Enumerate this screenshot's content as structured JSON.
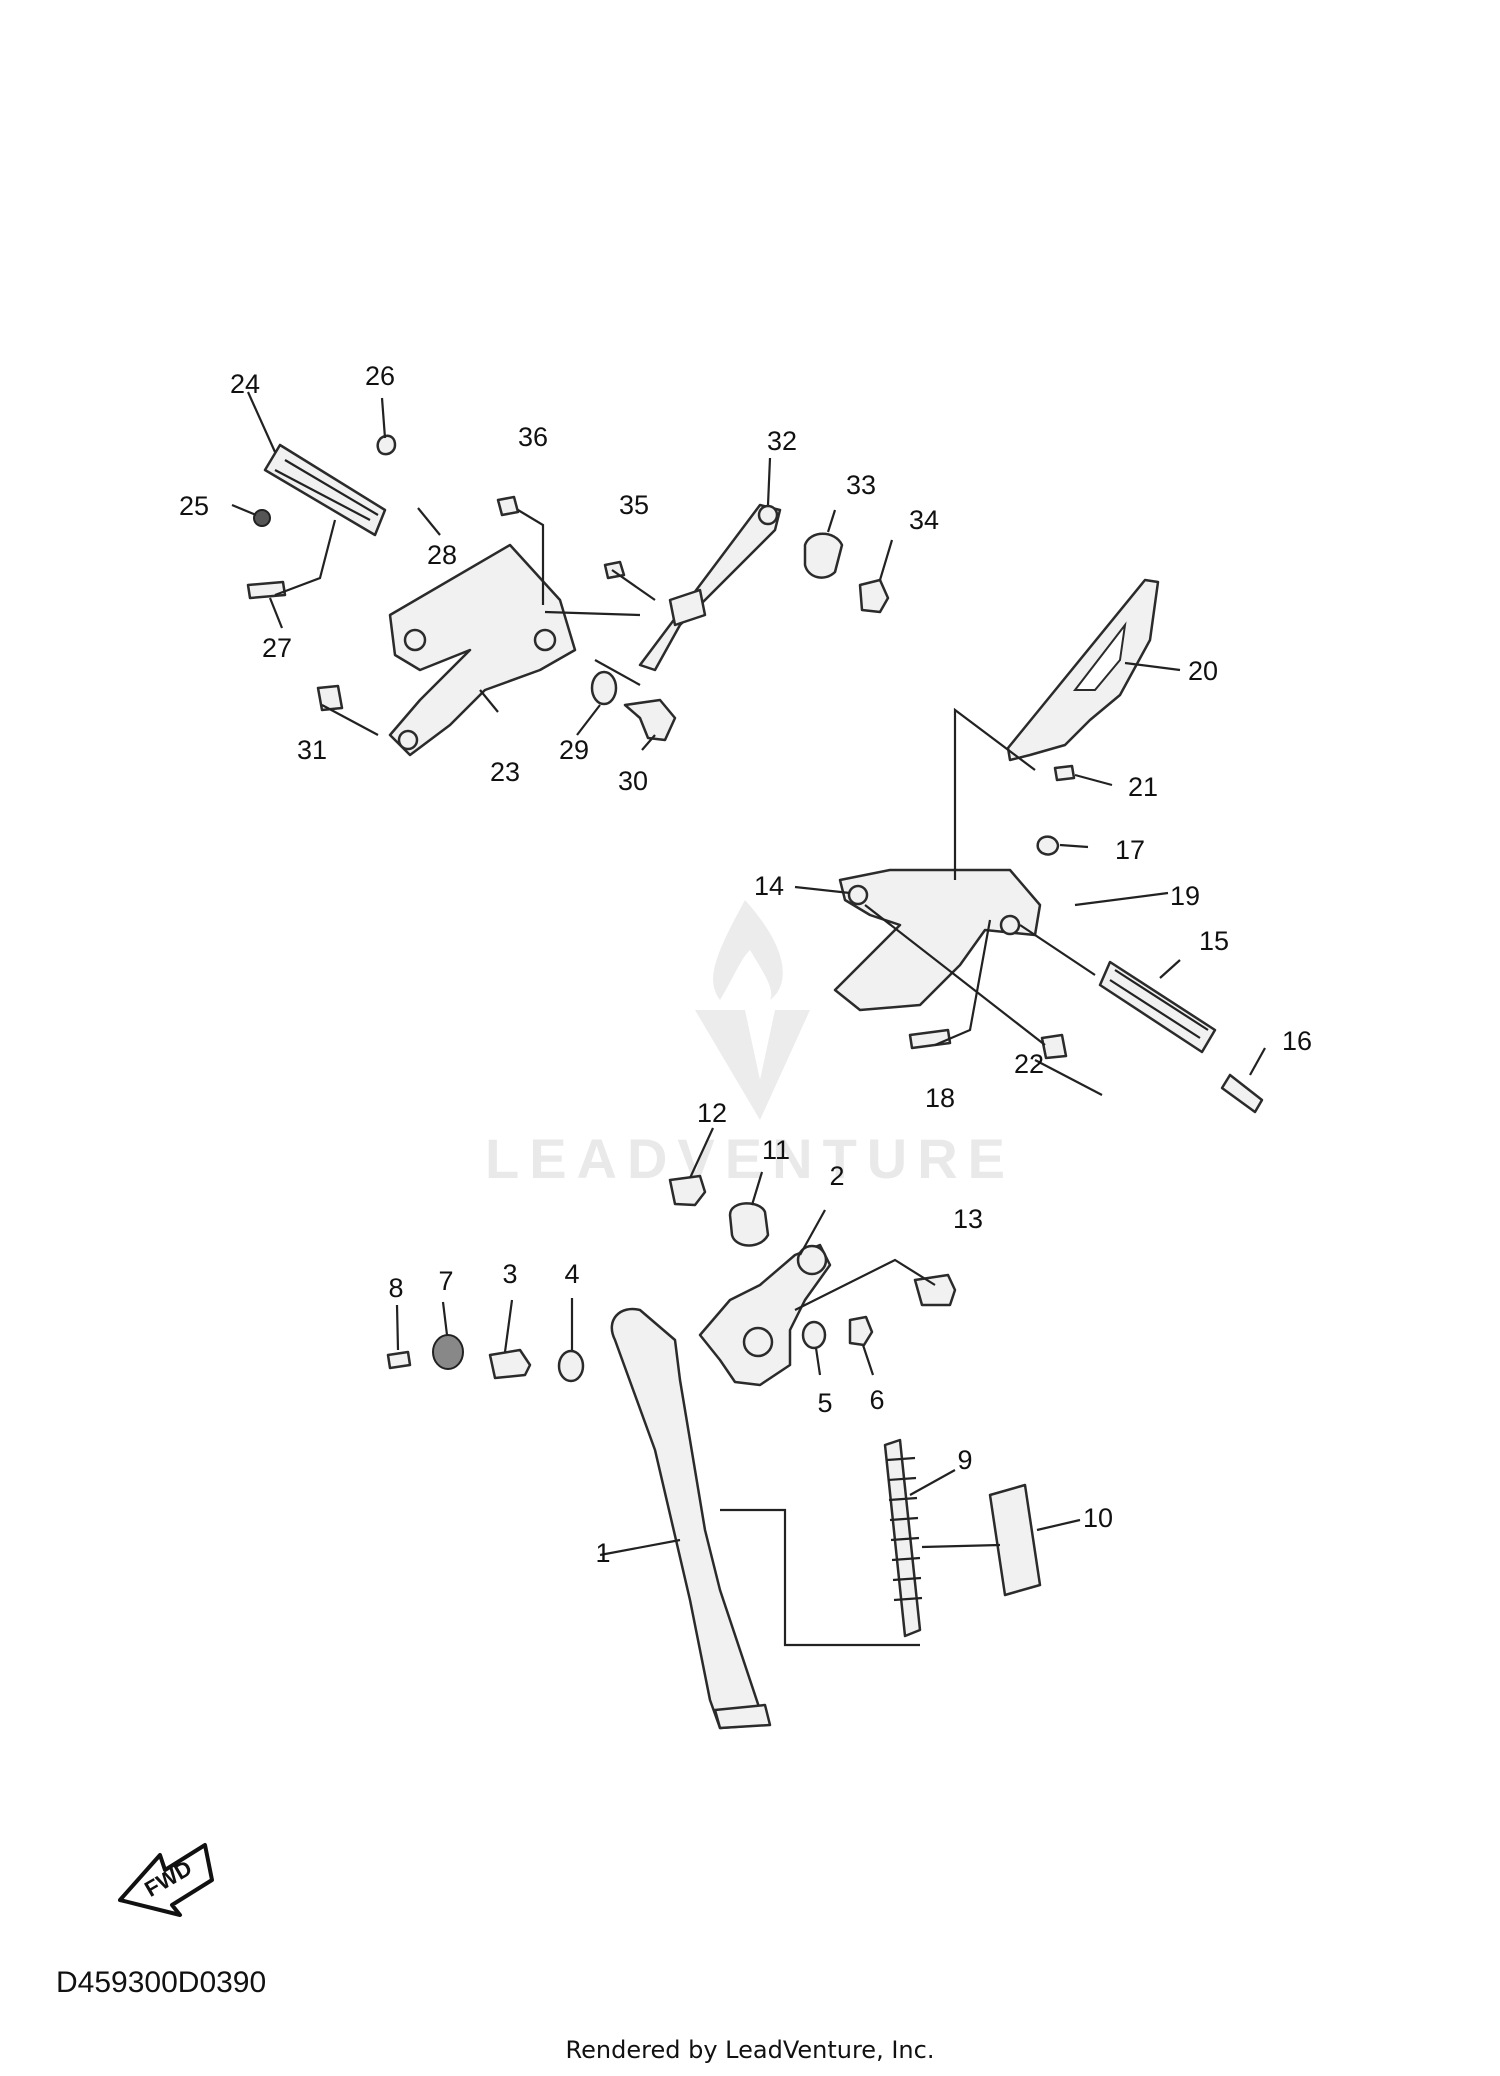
{
  "diagram": {
    "code": "D459300D0390",
    "footer": "Rendered by LeadVenture, Inc.",
    "watermark": "LEADVENTURE",
    "fwd_label": "FWD"
  },
  "callouts": [
    "1",
    "2",
    "3",
    "4",
    "5",
    "6",
    "7",
    "8",
    "9",
    "10",
    "11",
    "12",
    "13",
    "14",
    "15",
    "16",
    "17",
    "18",
    "19",
    "20",
    "21",
    "22",
    "23",
    "24",
    "25",
    "26",
    "27",
    "28",
    "29",
    "30",
    "31",
    "32",
    "33",
    "34",
    "35",
    "36"
  ]
}
